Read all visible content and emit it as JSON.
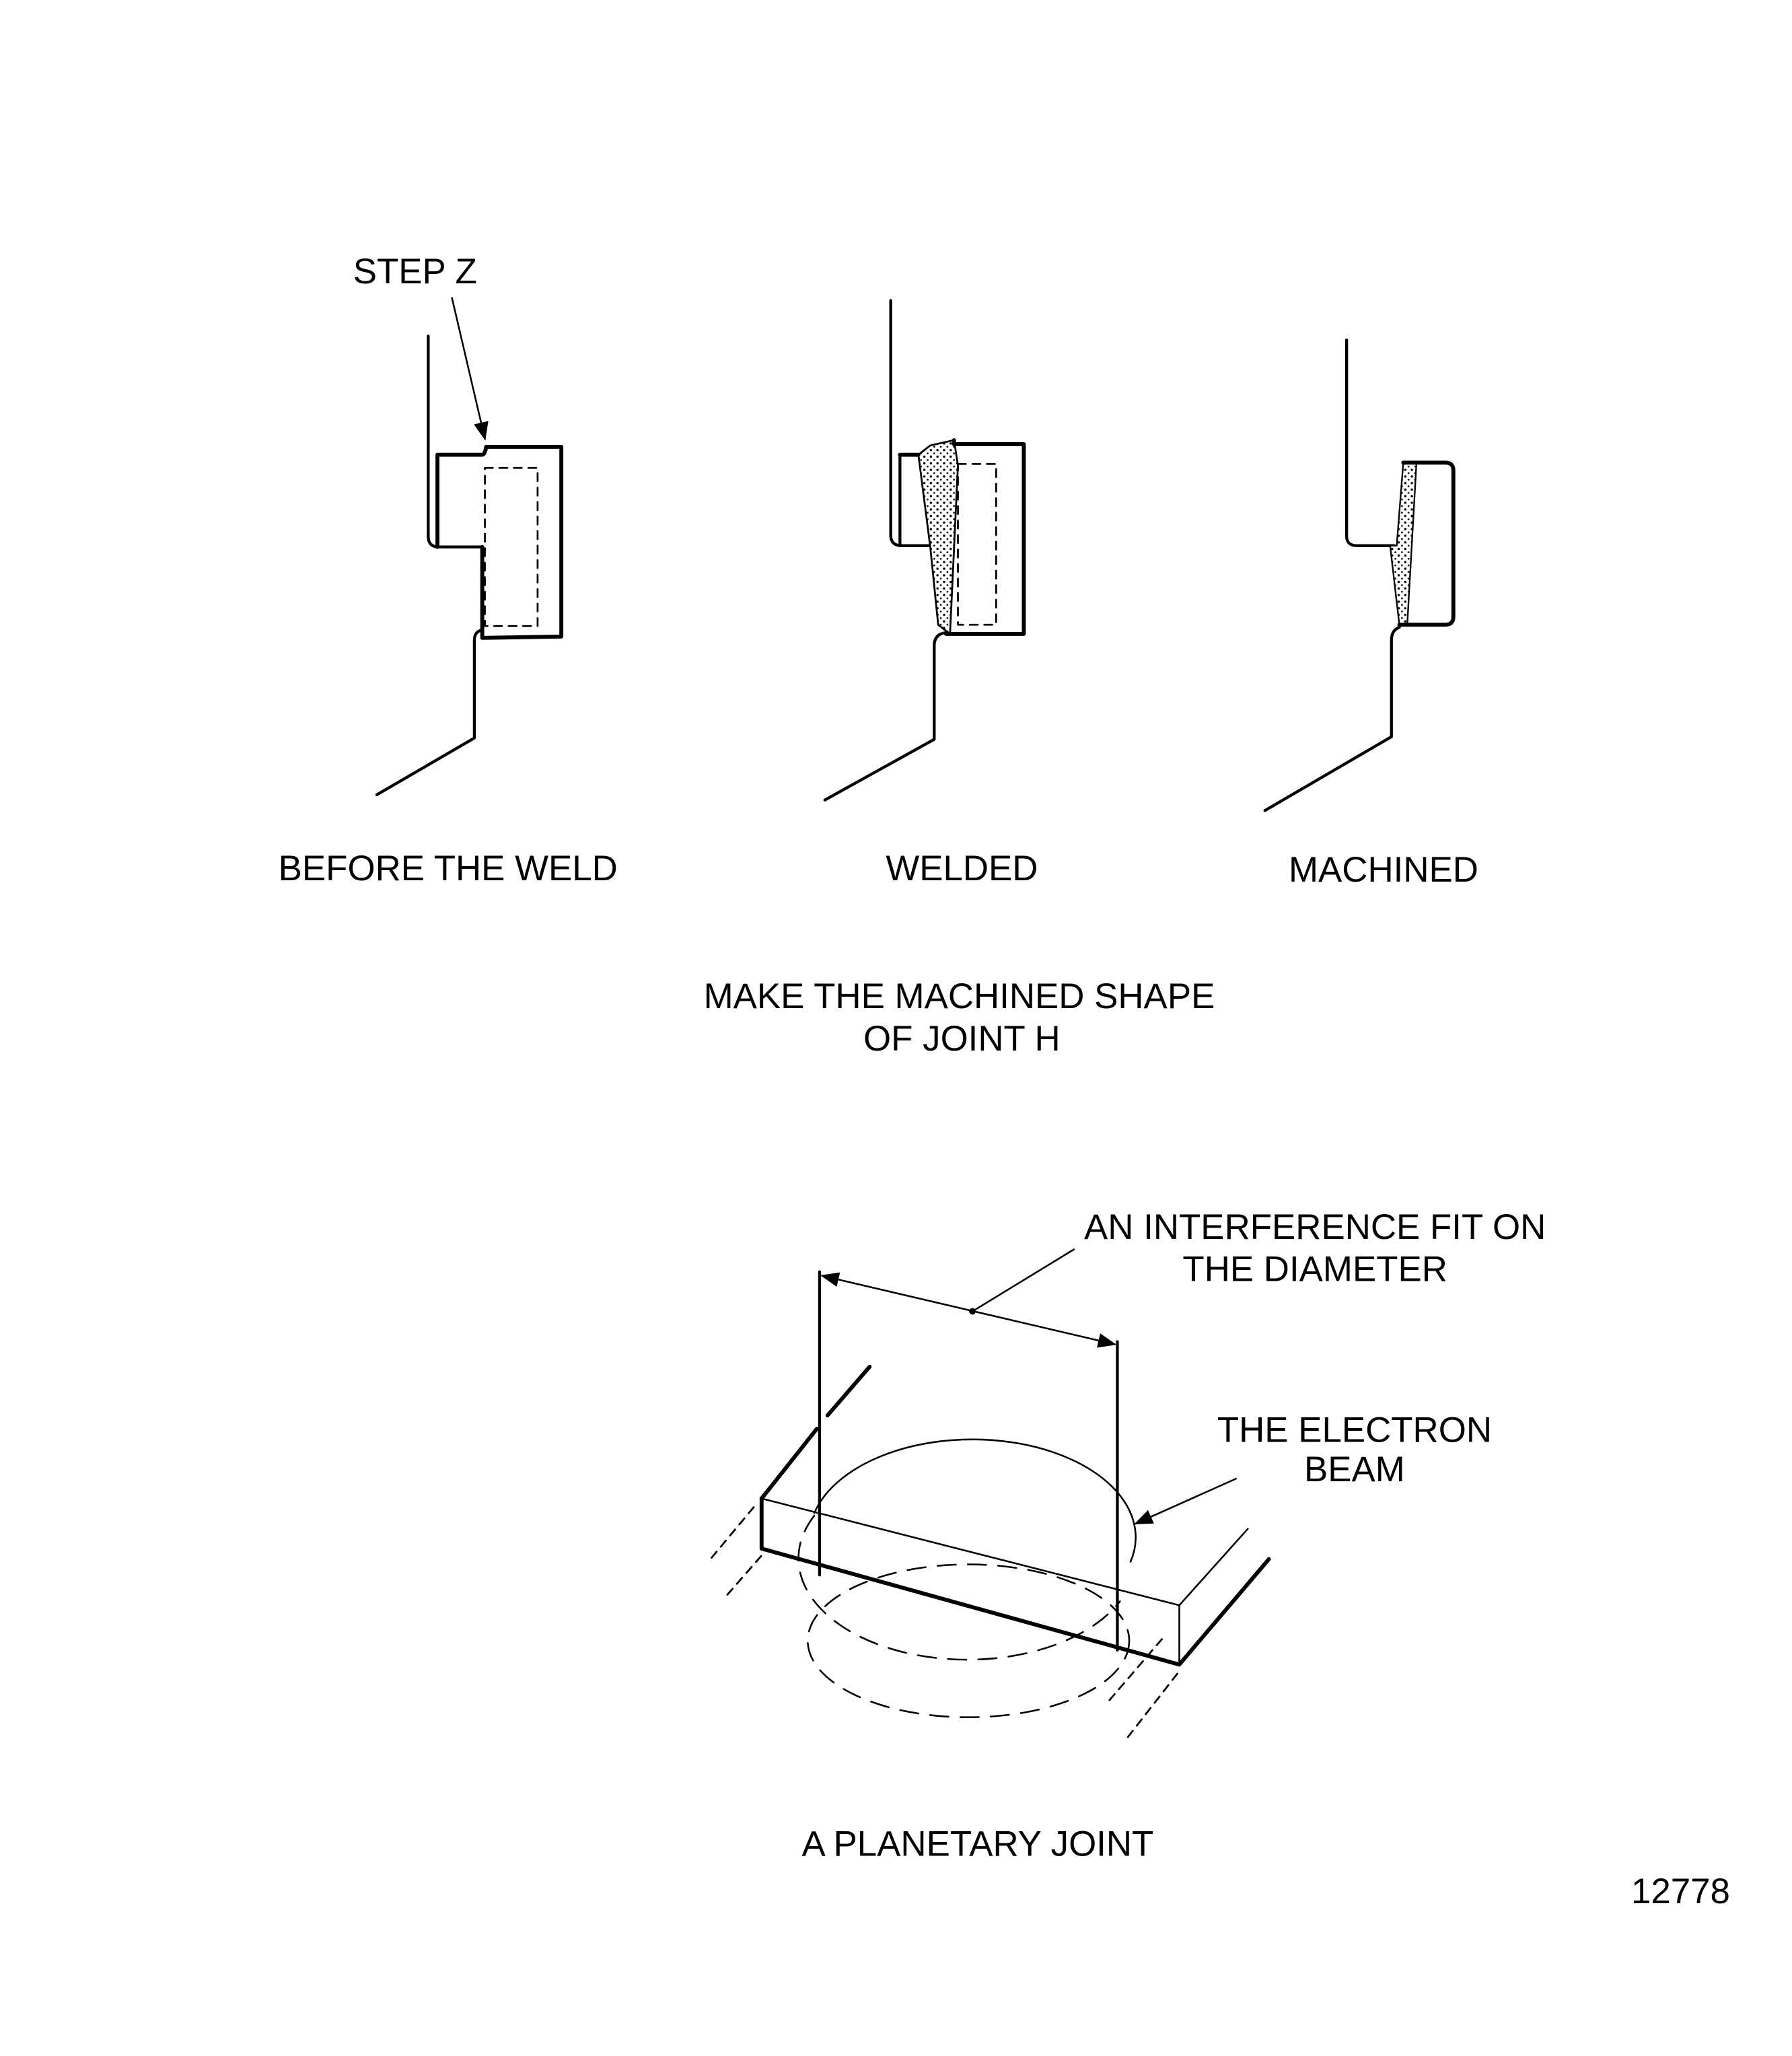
{
  "figure_top": {
    "callout": "STEP  Z",
    "panels": [
      {
        "label": "BEFORE THE WELD"
      },
      {
        "label": "WELDED"
      },
      {
        "label": "MACHINED"
      }
    ],
    "caption_line1": "MAKE THE MACHINED SHAPE",
    "caption_line2": "OF JOINT H"
  },
  "figure_bottom": {
    "callout_fit_line1": "AN INTERFERENCE FIT ON",
    "callout_fit_line2": "THE DIAMETER",
    "callout_beam_line1": "THE ELECTRON",
    "callout_beam_line2": "BEAM",
    "caption": "A PLANETARY JOINT"
  },
  "figure_number": "12778",
  "colors": {
    "ink": "#000000",
    "paper": "#ffffff"
  }
}
